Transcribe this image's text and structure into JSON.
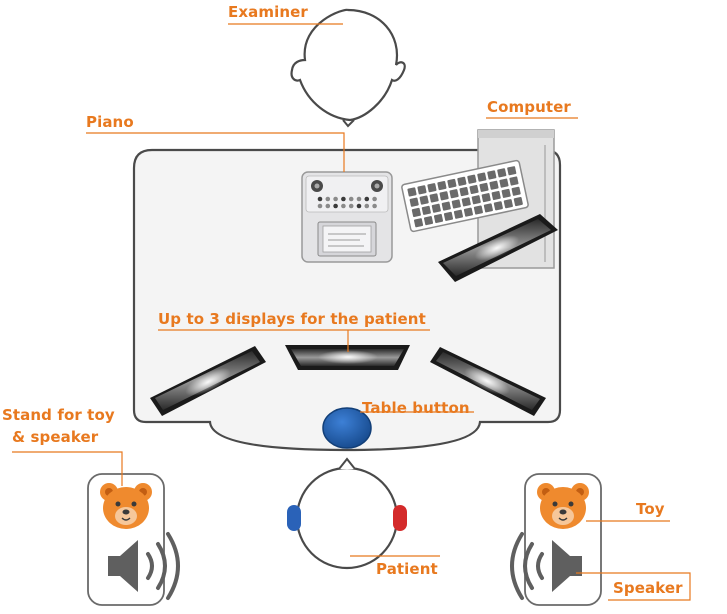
{
  "labels": {
    "examiner": "Examiner",
    "piano": "Piano",
    "computer": "Computer",
    "displays": "Up to 3 displays for the patient",
    "table_button": "Table button",
    "stand_line1": "Stand for toy",
    "stand_line2": "& speaker",
    "patient": "Patient",
    "toy": "Toy",
    "speaker": "Speaker"
  },
  "colors": {
    "accent": "#e8791f",
    "outline": "#555555",
    "table_fill": "#f4f4f4",
    "button_blue": "#1f5fae",
    "left_ear": "#2a62b8",
    "right_ear": "#d42a2a",
    "toy_orange": "#ef8a2e"
  },
  "icons": [
    "examiner-head",
    "piano-device",
    "keyboard",
    "computer-tower",
    "display-panel",
    "table-button",
    "patient-head",
    "teddy-bear-icon",
    "speaker-icon"
  ]
}
